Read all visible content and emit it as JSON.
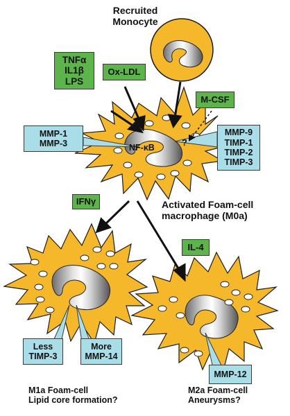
{
  "colors": {
    "cell_fill": "#f5b82a",
    "cell_stroke": "#1a1a1a",
    "factor_box": "#5db44a",
    "protease_box": "#a9dde8"
  },
  "monocyte": {
    "title_lines": [
      "Recruited",
      "Monocyte"
    ]
  },
  "factors": {
    "tnf_box": [
      "TNFα",
      "IL1β",
      "LPS"
    ],
    "oxldl": "Ox-LDL",
    "mcsf": "M-CSF",
    "ifn": "IFNγ",
    "il4": "IL-4"
  },
  "m0": {
    "left_box": [
      "MMP-1",
      "MMP-3"
    ],
    "right_box": [
      "MMP-9",
      "TIMP-1",
      "TIMP-2",
      "TIMP-3"
    ],
    "nfkb": "NF-κB",
    "question": "?",
    "label_lines": [
      "Activated Foam-cell",
      "macrophage (M0a)"
    ]
  },
  "m1": {
    "box_left": [
      "Less",
      "TIMP-3"
    ],
    "box_right": [
      "More",
      "MMP-14"
    ],
    "label_lines": [
      "M1a Foam-cell",
      "Lipid core formation?"
    ]
  },
  "m2": {
    "box": "MMP-12",
    "label_lines": [
      "M2a Foam-cell",
      "Aneurysms?"
    ]
  }
}
